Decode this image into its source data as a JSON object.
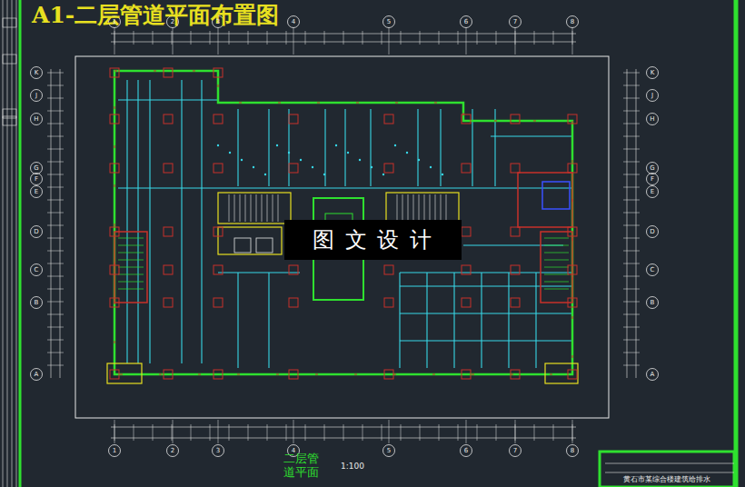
{
  "diagram": {
    "title": "A1-二层管道平面布置图",
    "caption": "二层管道平面",
    "nodes": [
      {
        "text": [
          "图 文 设 计"
        ]
      },
      {
        "text": [
          "黄石市某综合楼建筑给排水"
        ]
      }
    ],
    "labels": [
      "1:100",
      "1",
      "2",
      "3",
      "4",
      "5",
      "6",
      "7",
      "8",
      "1",
      "2",
      "3",
      "4",
      "5",
      "6",
      "7",
      "8",
      "A",
      "B",
      "C",
      "D",
      "E",
      "F",
      "G",
      "H",
      "J",
      "K",
      "A",
      "B",
      "C",
      "D",
      "E",
      "F",
      "G",
      "H",
      "J",
      "K"
    ]
  }
}
